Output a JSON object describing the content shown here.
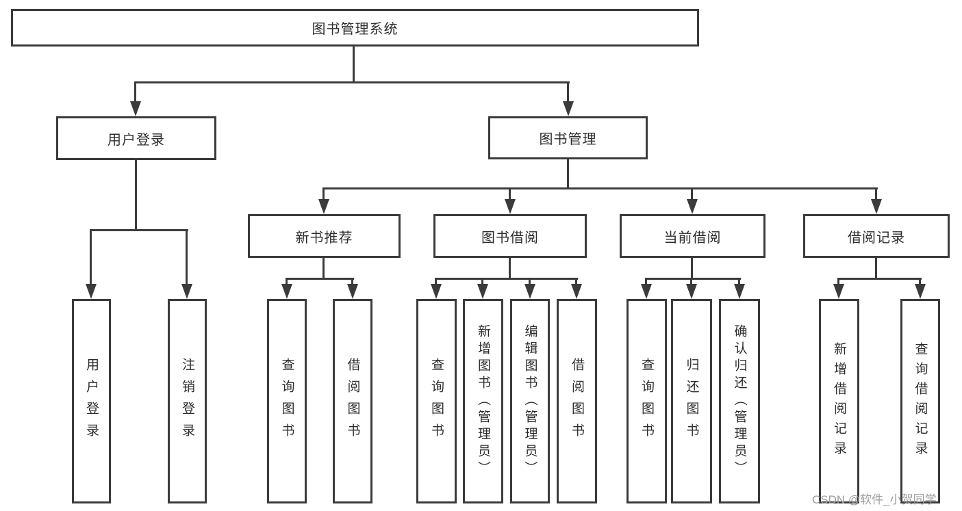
{
  "diagram": {
    "root": {
      "label": "图书管理系统"
    },
    "level2": [
      {
        "label": "用户登录"
      },
      {
        "label": "图书管理"
      }
    ],
    "level3": [
      {
        "label": "新书推荐"
      },
      {
        "label": "图书借阅"
      },
      {
        "label": "当前借阅"
      },
      {
        "label": "借阅记录"
      }
    ],
    "leaves": {
      "user": [
        {
          "label": "用户登录"
        },
        {
          "label": "注销登录"
        }
      ],
      "newbook": [
        {
          "label": "查询图书"
        },
        {
          "label": "借阅图书"
        }
      ],
      "borrow": [
        {
          "label": "查询图书"
        },
        {
          "label": "新增图书（管理员）"
        },
        {
          "label": "编辑图书（管理员）"
        },
        {
          "label": "借阅图书"
        }
      ],
      "current": [
        {
          "label": "查询图书"
        },
        {
          "label": "归还图书"
        },
        {
          "label": "确认归还（管理员）"
        }
      ],
      "record": [
        {
          "label": "新增借阅记录"
        },
        {
          "label": "查询借阅记录"
        }
      ]
    }
  },
  "watermark": {
    "text": "CSDN @软件_小贺同学"
  },
  "colors": {
    "line": "#3b3b3b",
    "text": "#2d2d2d",
    "watermark": "#9b9b9b",
    "background": "#ffffff"
  }
}
